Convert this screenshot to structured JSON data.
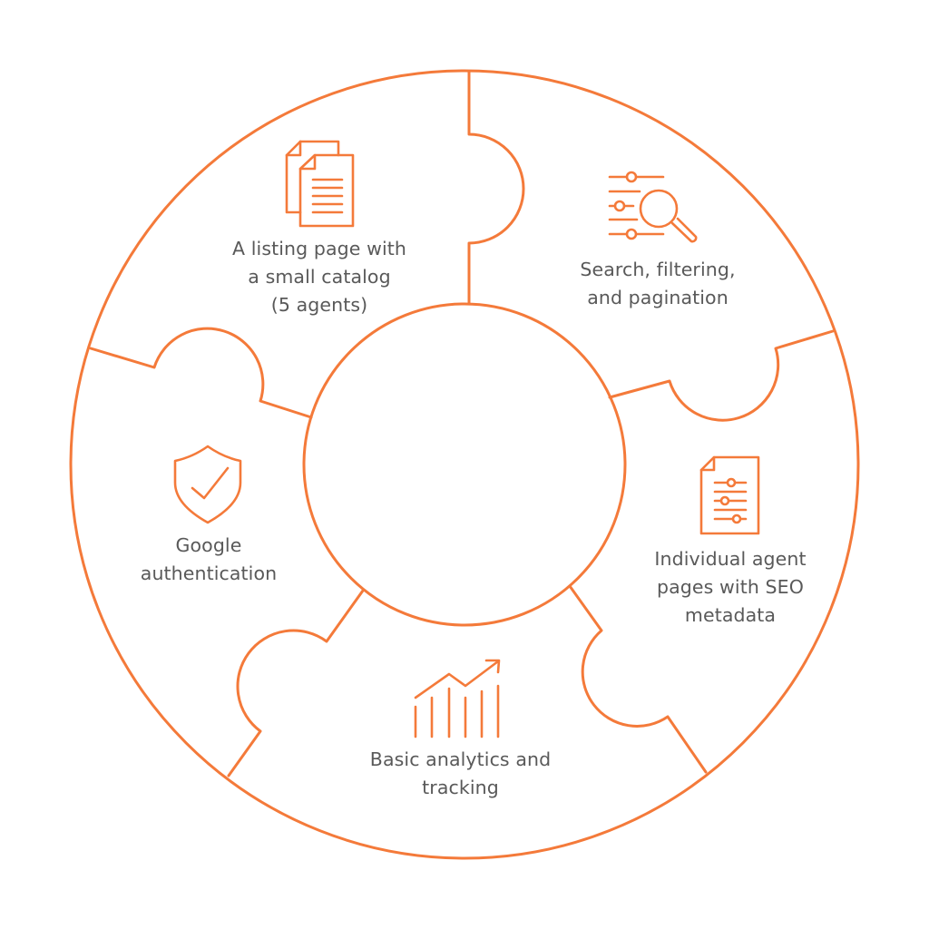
{
  "colors": {
    "accent": "#F47A3A",
    "text": "#595959",
    "background": "#FFFFFF"
  },
  "center": {
    "label": ""
  },
  "segments": [
    {
      "id": "listing",
      "icon": "documents-icon",
      "lines": [
        "A listing page with",
        "a small catalog",
        "(5 agents)"
      ]
    },
    {
      "id": "search",
      "icon": "search-filter-icon",
      "lines": [
        "Search, filtering,",
        "and pagination"
      ]
    },
    {
      "id": "seo",
      "icon": "document-settings-icon",
      "lines": [
        "Individual agent",
        "pages with SEO",
        "metadata"
      ]
    },
    {
      "id": "analytics",
      "icon": "growth-chart-icon",
      "lines": [
        "Basic analytics and",
        "tracking"
      ]
    },
    {
      "id": "auth",
      "icon": "shield-check-icon",
      "lines": [
        "Google",
        "authentication"
      ]
    }
  ]
}
